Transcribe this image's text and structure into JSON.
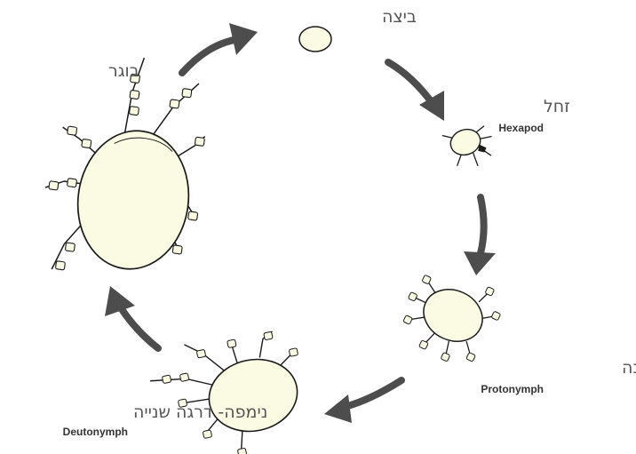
{
  "diagram": {
    "stages": [
      {
        "hebrew": "ביצה",
        "latin": ""
      },
      {
        "hebrew": "זחל",
        "latin": "Hexapod"
      },
      {
        "hebrew": "נימפה- דרגה ראשונה",
        "latin": "Protonymph"
      },
      {
        "hebrew": "נימפה- דרגה שנייה",
        "latin": "Deutonymph"
      },
      {
        "hebrew": "בוגר",
        "latin": ""
      }
    ]
  },
  "colors": {
    "mite_body": "#fbfbe4",
    "outline": "#1a1a1a",
    "arrow": "#4d4d4d",
    "text": "#555555"
  }
}
